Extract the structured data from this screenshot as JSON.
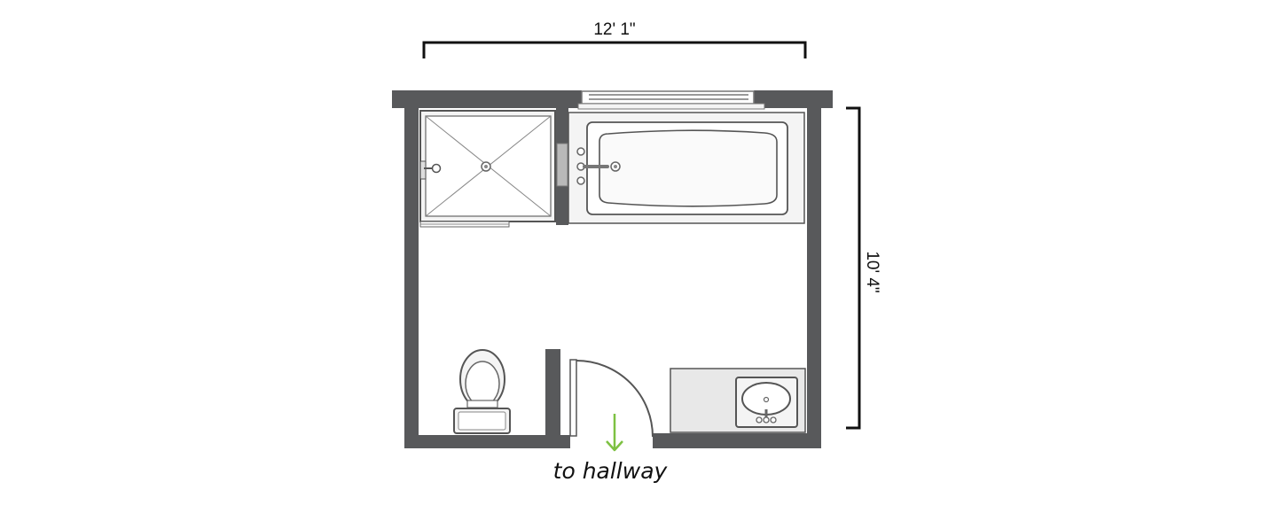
{
  "diagram": {
    "width_label": "12' 1\"",
    "depth_label": "10' 4\"",
    "exit_label": "to hallway"
  },
  "colors": {
    "wall": "#58595b",
    "fixture_stroke": "#555555",
    "fixture_fill": "#f4f4f4",
    "counter_fill": "#e8e8e8",
    "arrow": "#7dc142",
    "dimension_line": "#111111"
  },
  "icons": {
    "shower": "shower-stall-icon",
    "tub": "bathtub-icon",
    "toilet": "toilet-icon",
    "sink": "vanity-sink-icon",
    "door": "door-swing-icon",
    "window": "window-icon",
    "arrow": "arrow-down-icon"
  }
}
